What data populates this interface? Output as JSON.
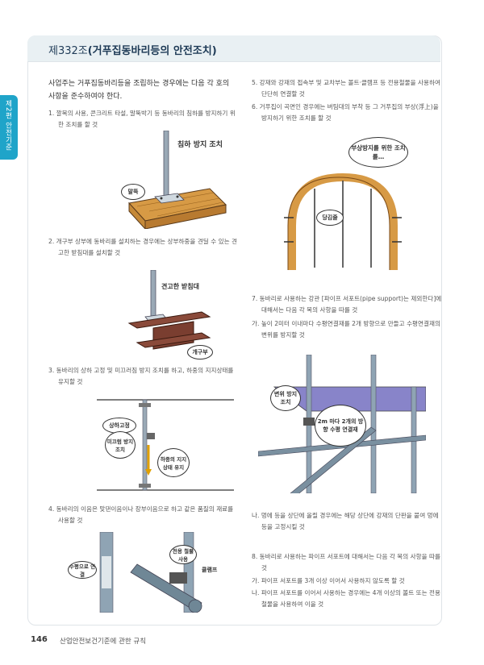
{
  "article": {
    "number": "제332조",
    "name": "(거푸집동바리등의 안전조치)"
  },
  "side_tab": "제2편 안전기준",
  "intro": "사업주는 거푸집동바리등을 조립하는 경우에는 다음 각 호의 사항을 준수하여야 한다.",
  "items_left": [
    {
      "text": "1. 깔목의 사용, 콘크리트 타설, 말뚝박기 등 동바리의 침하를 방지하기 위한 조치를 할 것"
    },
    {
      "text": "2. 개구부 상부에 동바리를 설치하는 경우에는 상부하중을 견딜 수 있는 견고한 받침대를 설치할 것"
    },
    {
      "text": "3. 동바리의 상하 고정 및 미끄러짐 방지 조치를 하고, 하중의 지지상태를 유지할 것"
    },
    {
      "text": "4. 동바리의 이음은 맞댄이음이나 장부이음으로 하고 같은 품질의 재료를 사용할 것"
    }
  ],
  "items_right": [
    {
      "text": "5. 강재와 강재의 접속부 및 교차부는 볼트·클램프 등 전용철물을 사용하여 단단히 연결할 것"
    },
    {
      "text": "6. 거푸집이 곡면인 경우에는 버팀대의 부착 등 그 거푸집의 부상(浮上)을 방지하기 위한 조치를 할 것"
    },
    {
      "text": "7. 동바리로 사용하는 강관 [파이프 서포트(pipe support)는 제외한다]에 대해서는 다음 각 목의 사항을 따를 것"
    },
    {
      "text": "가. 높이 2미터 이내마다 수평연결재를 2개 방향으로 만들고 수평연결재의 변위를 방지할 것"
    },
    {
      "text": "나. 멍에 등을 상단에 올릴 경우에는 해당 상단에 강재의 단판을 붙여 멍에 등을 고정시킬 것"
    },
    {
      "text": "8. 동바리로 사용하는 파이프 서포트에 대해서는 다음 각 목의 사항을 따를 것"
    },
    {
      "text": "가. 파이프 서포트를 3개 이상 이어서 사용하지 않도록 할 것"
    },
    {
      "text": "나. 파이프 서포트를 이어서 사용하는 경우에는 4개 이상의 볼트 또는 전용철물을 사용하여 이을 것"
    }
  ],
  "figures": {
    "fig1": {
      "label_sink": "침하 방지 조치",
      "label_stake": "말뚝"
    },
    "fig2": {
      "label_support": "견고한 받침대",
      "label_opening": "개구부"
    },
    "fig3": {
      "label_fix": "상하고정",
      "label_slip": "미끄럼 방지 조치",
      "label_load": "하중의 지지상태 유지"
    },
    "fig4": {
      "label_joint": "수평으로 연결",
      "label_dedicated": "전용 철물 사용",
      "label_clamp": "클램프"
    },
    "fig5": {
      "label_float": "부상방지를 위한 조치를…",
      "label_pull": "당김줄"
    },
    "fig6": {
      "label_disp": "변위 방지 조치",
      "label_2m": "2m 마다 2개의 방향 수평 연결재"
    }
  },
  "footer": {
    "page": "146",
    "book": "산업안전보건기준에 관한 규칙"
  },
  "colors": {
    "accent": "#1fa4c9",
    "title_bg": "#e9f0f3",
    "wood": "#d79a45",
    "steel": "#8fa4b4",
    "slab": "#8884c9",
    "beam": "#8a4a3a"
  }
}
